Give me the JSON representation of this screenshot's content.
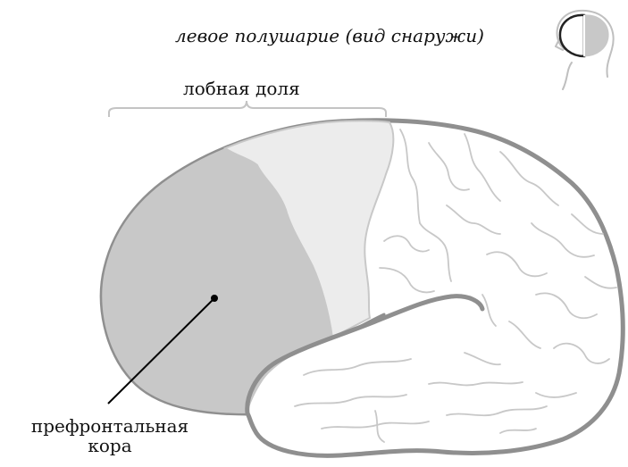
{
  "header": {
    "view_title": "левое полушарие (вид снаружи)"
  },
  "labels": {
    "frontal_lobe": "лобная доля",
    "prefrontal_cortex_line1": "префронтальная",
    "prefrontal_cortex_line2": "кора"
  },
  "icons": {
    "hemisphere": "head-with-left-hemisphere-highlighted-icon"
  },
  "colors": {
    "outline": "#8f8f8f",
    "sulci": "#c8c8c8",
    "prefrontal_fill": "#c8c8c8",
    "frontal_fill": "#ececec",
    "brain_fill": "#ffffff",
    "text": "#111111"
  }
}
